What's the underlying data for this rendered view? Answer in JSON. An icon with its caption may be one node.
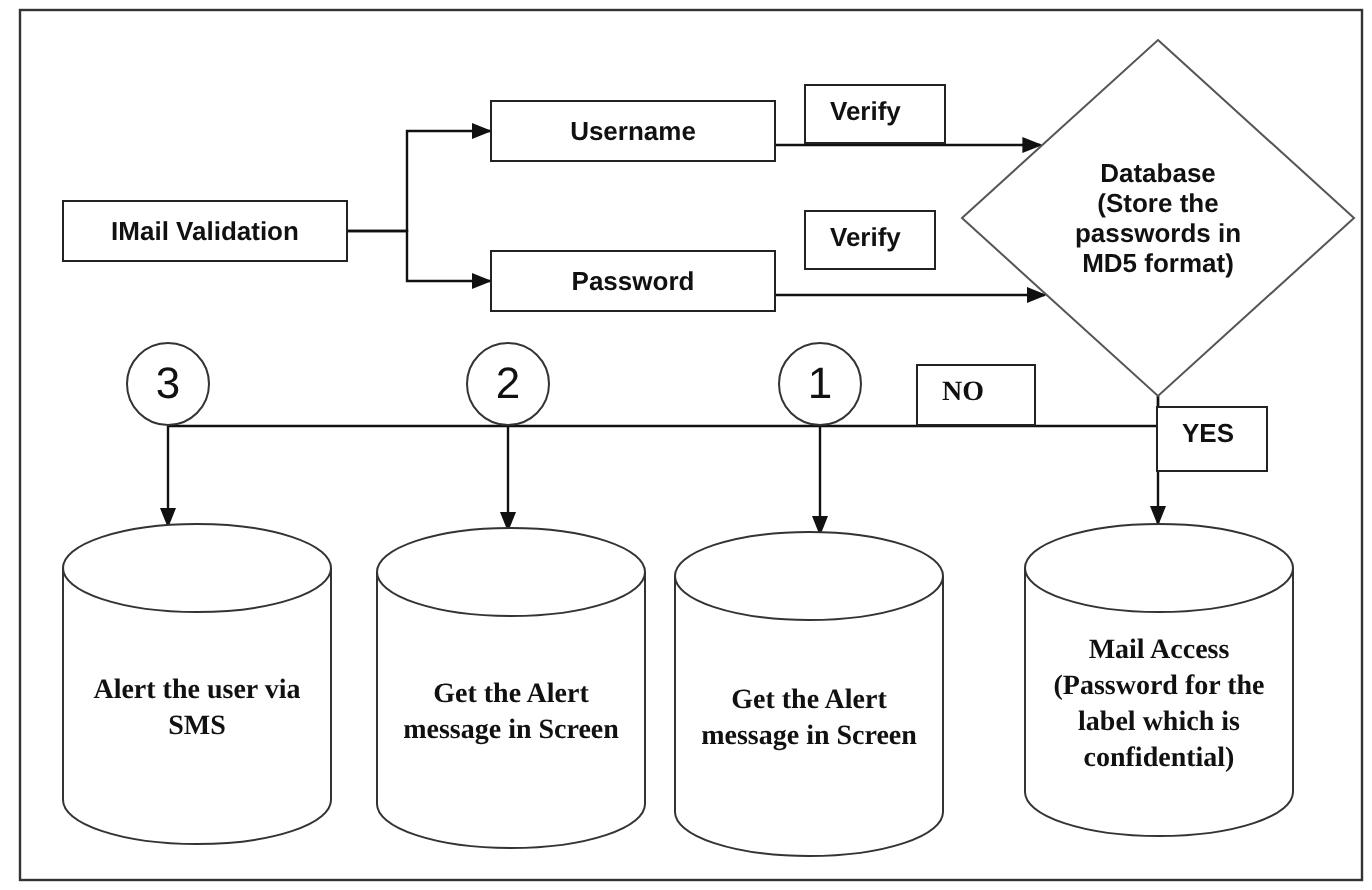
{
  "diagram": {
    "nodes": [
      {
        "text": [
          "IMail Validation"
        ]
      },
      {
        "text": [
          "Username"
        ]
      },
      {
        "text": [
          "Verify"
        ]
      },
      {
        "text": [
          "Password"
        ]
      },
      {
        "text": [
          "Verify"
        ]
      },
      {
        "text": [
          "Database (Store the passwords in MD5 format)"
        ]
      },
      {
        "text": [
          "3"
        ]
      },
      {
        "text": [
          "2"
        ]
      },
      {
        "text": [
          "1"
        ]
      },
      {
        "text": [
          "NO"
        ]
      },
      {
        "text": [
          "YES"
        ]
      },
      {
        "text": [
          "Alert the user via SMS"
        ]
      },
      {
        "text": [
          "Get the Alert message in Screen"
        ]
      },
      {
        "text": [
          "Get the Alert message in Screen"
        ]
      },
      {
        "text": [
          "Mail Access (Password for the label which is confidential)"
        ]
      }
    ],
    "edges": [
      {
        "from": 0,
        "to": 1,
        "arrow": "to"
      },
      {
        "from": 0,
        "to": 3,
        "arrow": "to"
      },
      {
        "from": 1,
        "to": 5,
        "arrow": "to"
      },
      {
        "from": 3,
        "to": 5,
        "arrow": "to"
      },
      {
        "from": 5,
        "to": 6,
        "arrow": "none"
      },
      {
        "from": 5,
        "to": 14,
        "arrow": "to"
      },
      {
        "from": 6,
        "to": 11,
        "arrow": "to"
      },
      {
        "from": 7,
        "to": 12,
        "arrow": "to"
      },
      {
        "from": 8,
        "to": 13,
        "arrow": "to"
      }
    ]
  }
}
